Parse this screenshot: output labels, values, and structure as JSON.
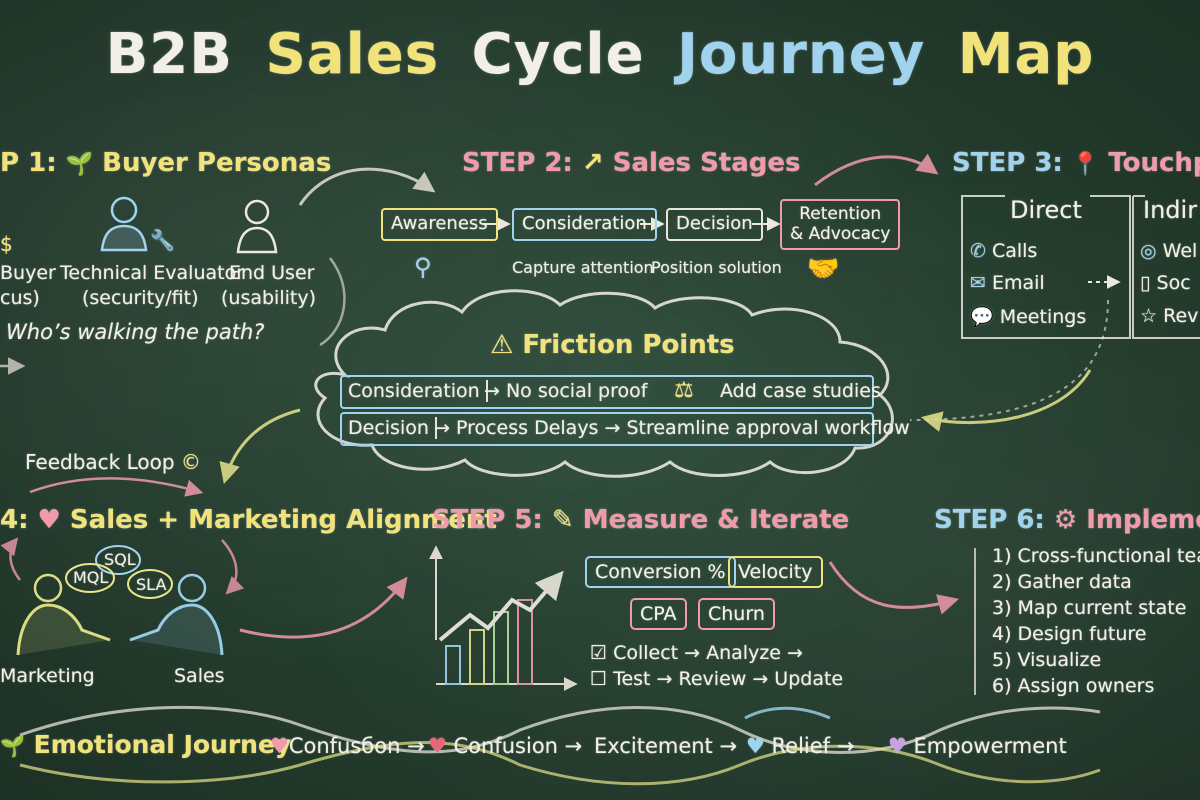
{
  "title": {
    "word1": "B2B",
    "word2": "Sales",
    "word3": "Cycle",
    "word4": "Journey",
    "word5": "Map"
  },
  "step1": {
    "heading": "P 1: ",
    "heading_rest": "Buyer Personas",
    "persona1_label": "Buyer",
    "persona1_sub": "cus)",
    "persona2_label": "Technical Evaluator",
    "persona2_sub": "(security/fit)",
    "persona3_label": "End User",
    "persona3_sub": "(usability)",
    "question": "Who’s walking the path?"
  },
  "step2": {
    "heading": "STEP 2: ",
    "heading_rest": "Sales Stages",
    "stages": [
      "Awareness",
      "Consideration",
      "Decision",
      "Retention\n& Advocacy"
    ],
    "caption1": "Capture attention",
    "caption2": "Position solution"
  },
  "step3": {
    "heading": "STEP 3: ",
    "heading_rest": "Touchpo",
    "direct_title": "Direct",
    "direct_items": [
      "Calls",
      "Email",
      "Meetings"
    ],
    "indirect_title": "Indir",
    "indirect_items": [
      "Wel",
      "Soc",
      "Rev"
    ]
  },
  "friction": {
    "title": "Friction Points",
    "row1_stage": "Consideration",
    "row1_issue": "→ No social proof",
    "row1_fix": "Add case studies",
    "row2_stage": "Decision",
    "row2_text": "→ Process Delays → Streamline approval workflow"
  },
  "feedback_loop": "Feedback Loop",
  "step4": {
    "heading": "4: ",
    "heading_rest": "Sales + Marketing Alignment",
    "bubbles": [
      "SQL",
      "MQL",
      "SLA"
    ],
    "left_label": "Marketing",
    "right_label": "Sales"
  },
  "step5": {
    "heading": "STEP 5: ",
    "heading_rest": "Measure & Iterate",
    "metrics": [
      "Conversion %",
      "Velocity",
      "CPA",
      "Churn"
    ],
    "loop1": "Collect → Analyze →",
    "loop2": "Test → Review → Update",
    "check_on": "☑",
    "check_off": "☐"
  },
  "step6": {
    "heading": "STEP 6: ",
    "heading_rest": "Implemen",
    "items": [
      "1) Cross-functional tea",
      "2) Gather data",
      "3) Map current state",
      "4) Design future",
      "5) Visualize",
      "6) Assign owners"
    ]
  },
  "emotional": {
    "title": "Emotional Journey",
    "s1": "Confusбon →",
    "s2": "Confusion →",
    "s3": "Excitement →",
    "s4": "Relief →",
    "s5": "Empowerment"
  },
  "colors": {
    "white": "#f4f2e8",
    "yellow": "#f1e27a",
    "pink": "#f09aaa",
    "blue": "#9fd3ee",
    "board": "#2c4a38"
  },
  "icons": {
    "sprout": "🌱",
    "arrow": "↗",
    "pin": "📍",
    "warning": "⚠",
    "pencil": "✎",
    "gear": "⚙",
    "heart": "♥",
    "phone": "✆",
    "mail": "✉",
    "chat": "💬",
    "web": "◎",
    "social": "▯",
    "star": "☆",
    "scale": "⚖",
    "search": "⚲",
    "handshake": "🤝",
    "dollar": "$",
    "loop": "♻",
    "swirl": "©"
  }
}
